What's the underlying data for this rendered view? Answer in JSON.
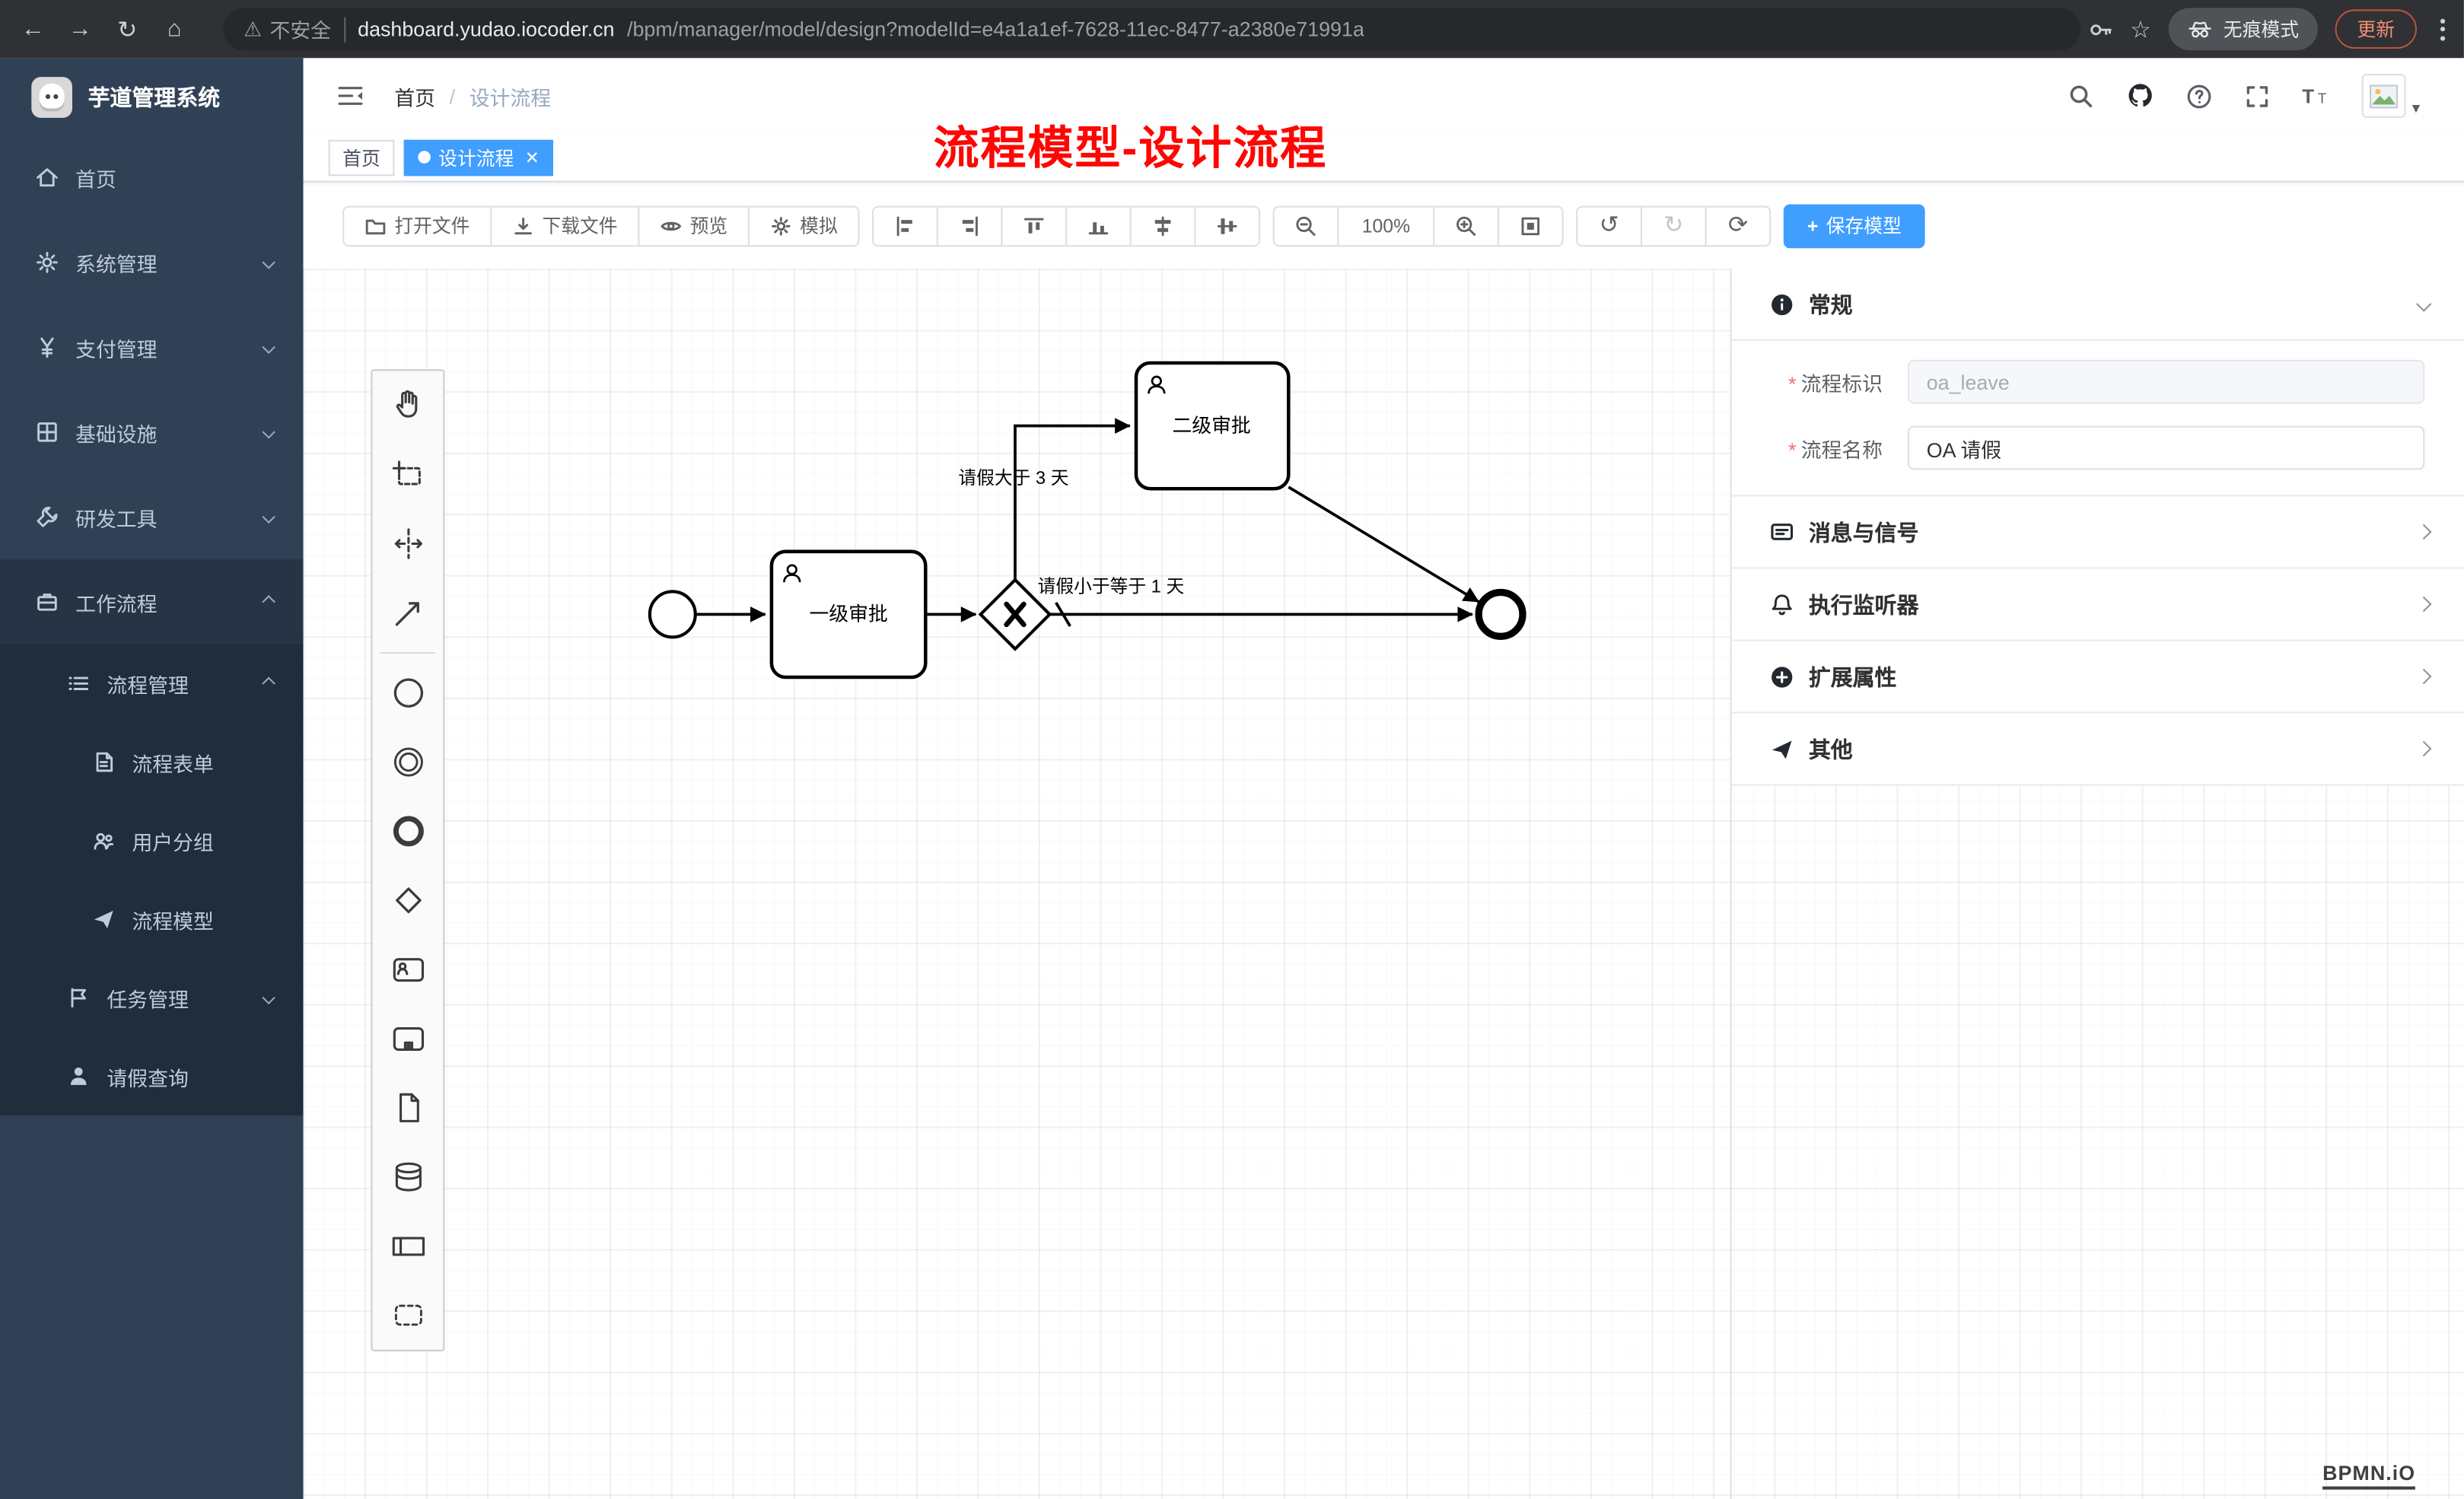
{
  "browser": {
    "security_label": "不安全",
    "url_domain": "dashboard.yudao.iocoder.cn",
    "url_path": "/bpm/manager/model/design?modelId=e4a1a1ef-7628-11ec-8477-a2380e71991a",
    "incognito_label": "无痕模式",
    "update_label": "更新"
  },
  "sidebar": {
    "logo_title": "芋道管理系统",
    "items": [
      {
        "label": "首页"
      },
      {
        "label": "系统管理"
      },
      {
        "label": "支付管理"
      },
      {
        "label": "基础设施"
      },
      {
        "label": "研发工具"
      },
      {
        "label": "工作流程"
      },
      {
        "label": "流程管理"
      },
      {
        "label": "流程表单"
      },
      {
        "label": "用户分组"
      },
      {
        "label": "流程模型"
      },
      {
        "label": "任务管理"
      },
      {
        "label": "请假查询"
      }
    ]
  },
  "header": {
    "breadcrumb_home": "首页",
    "breadcrumb_current": "设计流程"
  },
  "tags": [
    {
      "label": "首页"
    },
    {
      "label": "设计流程"
    }
  ],
  "annotation": {
    "text": "流程模型-设计流程"
  },
  "toolbar": {
    "open": "打开文件",
    "download": "下载文件",
    "preview": "预览",
    "simulate": "模拟",
    "zoom": "100%",
    "save": "保存模型"
  },
  "diagram": {
    "task1": "一级审批",
    "task2": "二级审批",
    "cond_gt": "请假大于 3 天",
    "cond_le": "请假小于等于 1 天"
  },
  "panel": {
    "general": "常规",
    "fields": [
      {
        "label": "流程标识",
        "value": "oa_leave"
      },
      {
        "label": "流程名称",
        "value": "OA 请假"
      }
    ],
    "sections": [
      "消息与信号",
      "执行监听器",
      "扩展属性",
      "其他"
    ]
  },
  "watermark": {
    "label": "BPMN.iO"
  },
  "colors": {
    "primary": "#409eff",
    "sidebar": "#304156",
    "submenu": "#1f2d3d",
    "annotation": "#fe0602"
  }
}
